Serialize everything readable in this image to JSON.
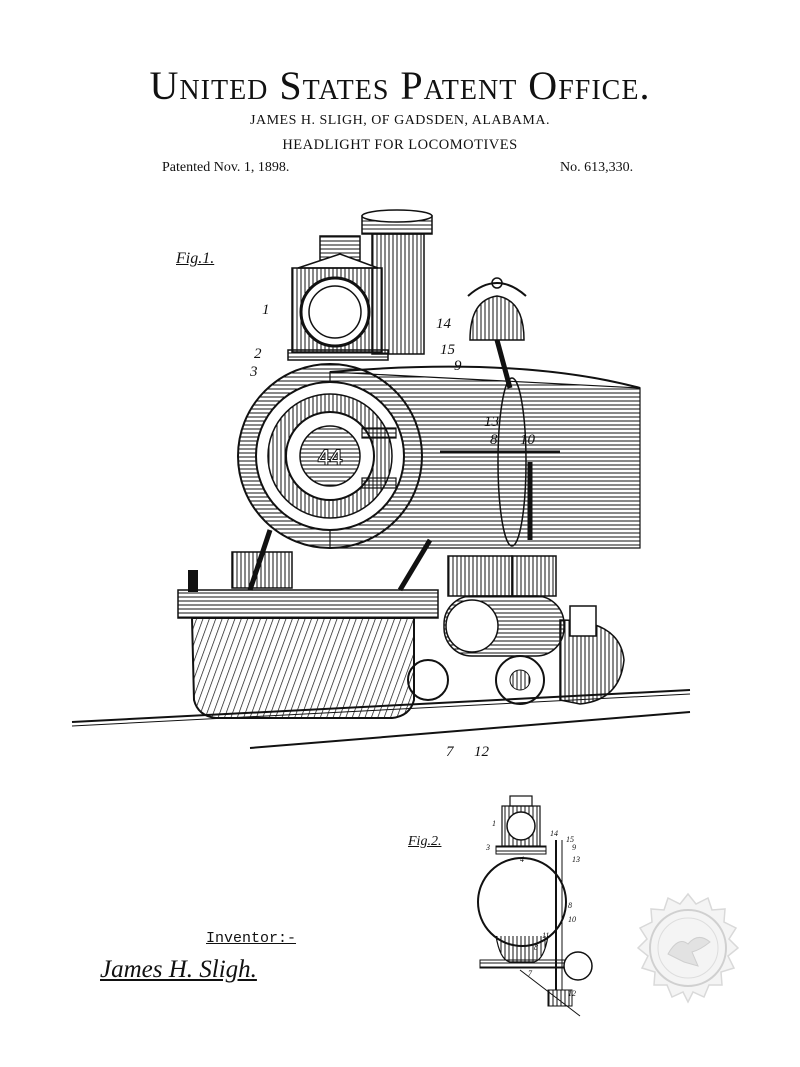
{
  "header": {
    "office": "United States Patent Office.",
    "inventor_line": "JAMES H. SLIGH, OF GADSDEN, ALABAMA.",
    "subject": "HEADLIGHT FOR LOCOMOTIVES",
    "patented": "Patented Nov. 1, 1898.",
    "number": "No. 613,330."
  },
  "figures": {
    "fig1_label": "Fig.1.",
    "fig2_label": "Fig.2.",
    "smokebox_number": "44",
    "fig1_callouts": [
      "1",
      "2",
      "3",
      "14",
      "15",
      "9",
      "13",
      "8",
      "10",
      "7",
      "12"
    ],
    "fig2_callouts": [
      "1",
      "3",
      "4",
      "14",
      "15",
      "9",
      "13",
      "8",
      "10",
      "11",
      "8",
      "7",
      "12"
    ]
  },
  "signature": {
    "label": "Inventor:-",
    "name": "James H. Sligh."
  },
  "colors": {
    "ink": "#111111",
    "paper": "#ffffff",
    "seal": "#d9d9d9"
  }
}
